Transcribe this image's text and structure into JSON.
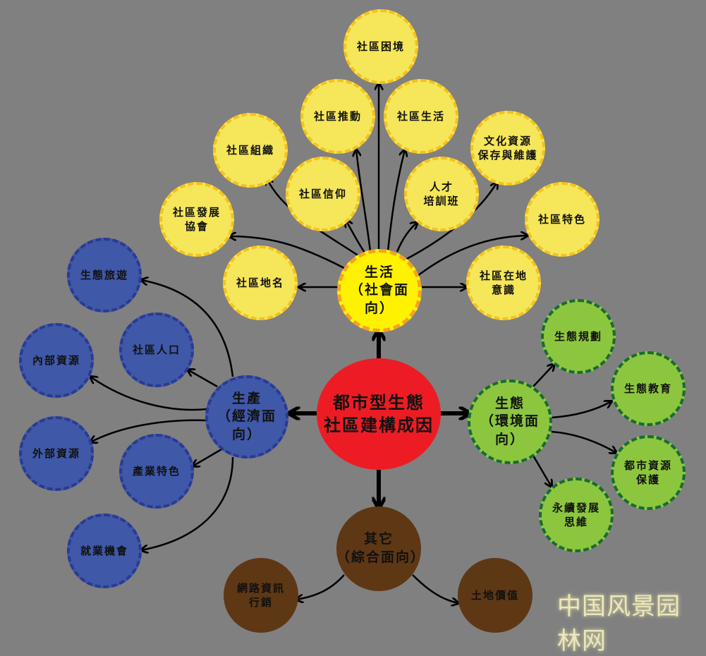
{
  "diagram": {
    "title": "都市型生態社區建構成因",
    "colors": {
      "background": "#808080",
      "center": "#ed1c24",
      "social": "#fff200",
      "social_leaf": "#f5e65a",
      "economic": "#3f58a8",
      "environment": "#8cc63f",
      "other": "#5e3714"
    },
    "center": {
      "label": "都市型生態\n社區建構成因"
    },
    "hubs": {
      "social": {
        "label": "生活\n（社會面向）"
      },
      "economic": {
        "label": "生產\n（經濟面向）"
      },
      "environment": {
        "label": "生態\n（環境面向）"
      },
      "other": {
        "label": "其它\n（綜合面向）"
      }
    },
    "social_leaves": [
      {
        "label": "社區困境"
      },
      {
        "label": "社區推動"
      },
      {
        "label": "社區生活"
      },
      {
        "label": "社區組織"
      },
      {
        "label": "文化資源\n保存與維護"
      },
      {
        "label": "社區信仰"
      },
      {
        "label": "人才\n培訓班"
      },
      {
        "label": "社區發展\n協會"
      },
      {
        "label": "社區特色"
      },
      {
        "label": "社區地名"
      },
      {
        "label": "社區在地\n意識"
      }
    ],
    "economic_leaves": [
      {
        "label": "生態旅遊"
      },
      {
        "label": "社區人口"
      },
      {
        "label": "內部資源"
      },
      {
        "label": "外部資源"
      },
      {
        "label": "產業特色"
      },
      {
        "label": "就業機會"
      }
    ],
    "environment_leaves": [
      {
        "label": "生態規劃"
      },
      {
        "label": "生態教育"
      },
      {
        "label": "都市資源\n保護"
      },
      {
        "label": "永續發展\n思維"
      }
    ],
    "other_leaves": [
      {
        "label": "網路資訊\n行銷"
      },
      {
        "label": "土地價值"
      }
    ],
    "watermark": "中国风景园林网"
  }
}
